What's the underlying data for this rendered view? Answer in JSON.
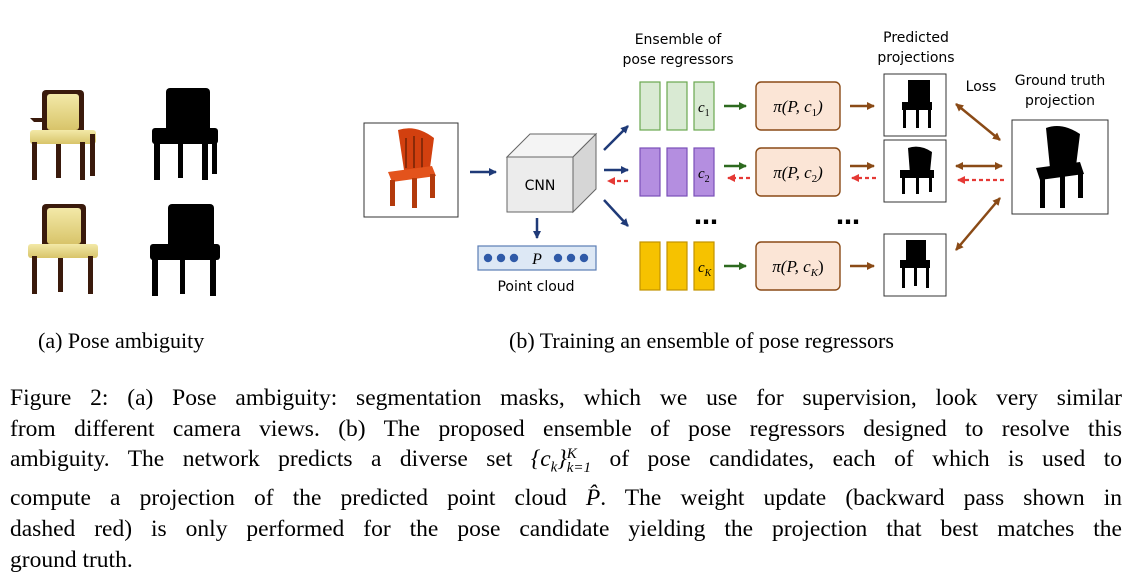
{
  "figure": {
    "panel_a": {
      "caption": "(a) Pose ambiguity"
    },
    "panel_b": {
      "caption": "(b) Training an ensemble of pose regressors",
      "ensemble_label_line1": "Ensemble of",
      "ensemble_label_line2": "pose regressors",
      "predicted_label_line1": "Predicted",
      "predicted_label_line2": "projections",
      "loss_label": "Loss",
      "gt_label_line1": "Ground truth",
      "gt_label_line2": "projection",
      "cnn_label": "CNN",
      "point_cloud_symbol": "P",
      "point_cloud_label": "Point cloud",
      "ellipsis": "…",
      "regressors": [
        {
          "c_label": "c",
          "c_sub": "1",
          "proj_text": "π(P, c",
          "proj_sub": "1",
          "proj_close": ")",
          "color": "#d9ead3",
          "border": "#6aa84f"
        },
        {
          "c_label": "c",
          "c_sub": "2",
          "proj_text": "π(P, c",
          "proj_sub": "2",
          "proj_close": ")",
          "color": "#b48ee0",
          "border": "#7a4fb8"
        },
        {
          "c_label": "c",
          "c_sub": "K",
          "proj_text": "π(P, c",
          "proj_sub": "K",
          "proj_close": ")",
          "color": "#f6c200",
          "border": "#c29200"
        }
      ]
    },
    "caption": {
      "line1": "Figure 2:  (a) Pose ambiguity: segmentation masks, which we use for supervision, look very similar",
      "line2": "from different camera views. (b) The proposed ensemble of pose regressors designed to resolve this",
      "line3_pre": "ambiguity. The network predicts a diverse set ",
      "line3_math": "{c",
      "line3_math_k": "k",
      "line3_math_close": "}",
      "line3_sup": "K",
      "line3_sub": "k=1",
      "line3_post": " of pose candidates, each of which is used to",
      "line4_pre": "compute a projection of the predicted point cloud ",
      "line4_P": "P̂",
      "line4_post": ". The weight update (backward pass shown in",
      "line5": "dashed red) is only performed for the pose candidate yielding the projection that best matches the",
      "line6": "ground truth."
    }
  }
}
